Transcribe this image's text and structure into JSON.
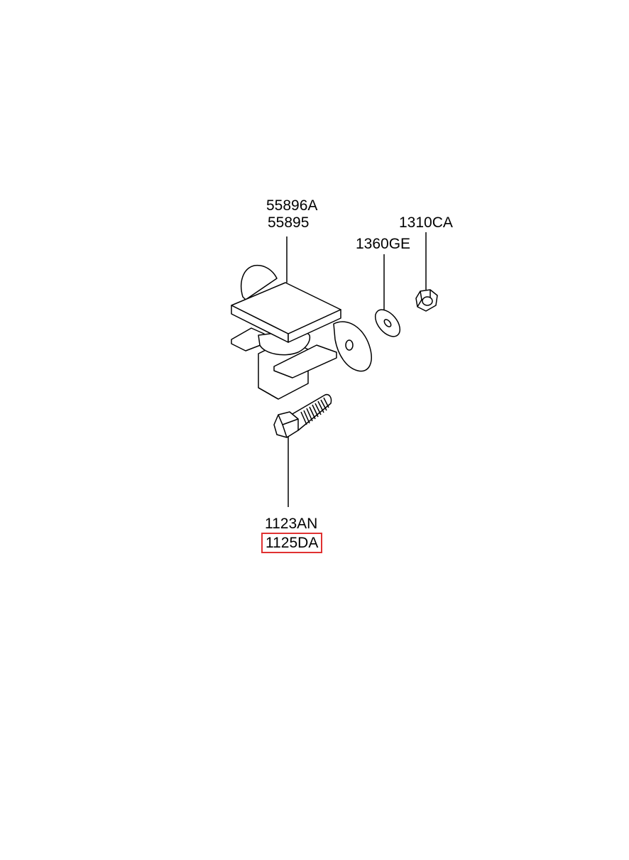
{
  "parts": {
    "bracket": {
      "primary": "55896A",
      "secondary": "55895"
    },
    "nut": "1310CA",
    "washer": "1360GE",
    "bolt": {
      "primary": "1123AN",
      "secondary": "1125DA"
    }
  },
  "highlight": {
    "part": "1125DA",
    "color": "#e03131"
  },
  "icons": {
    "bracket": "bracket-assembly-icon",
    "washer": "washer-icon",
    "nut": "hex-nut-icon",
    "bolt": "hex-bolt-icon"
  }
}
